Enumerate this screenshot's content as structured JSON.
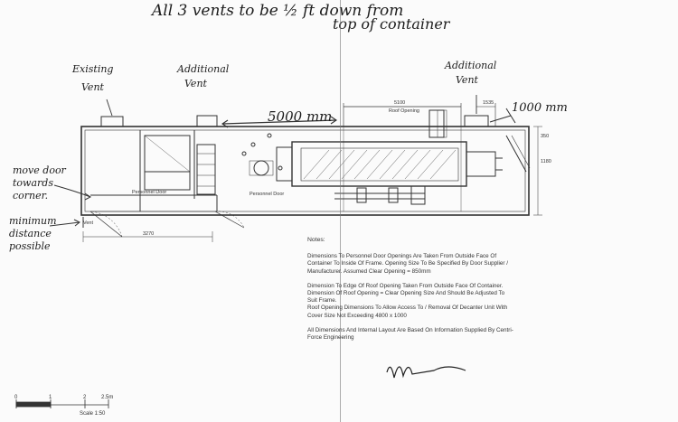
{
  "header_note": {
    "line1": "All 3 vents to be ½ ft down from",
    "line2": "top of container"
  },
  "annotations": {
    "existing_vent_1": "Existing",
    "existing_vent_2": "Vent",
    "additional_vent_left_1": "Additional",
    "additional_vent_left_2": "Vent",
    "additional_vent_right_1": "Additional",
    "additional_vent_right_2": "Vent",
    "move_door_1": "move door",
    "move_door_2": "towards",
    "move_door_3": "corner.",
    "minimum_1": "minimum",
    "minimum_2": "distance",
    "minimum_3": "possible",
    "dim_5000": "5000 mm",
    "dim_1000": "1000 mm"
  },
  "drawing_labels": {
    "roof_opening_dim": "5100",
    "roof_opening": "Roof Opening",
    "right_dim": "1535",
    "personnel_door_left": "Personnel Door",
    "personnel_door_right": "Personnel Door",
    "bottom_dim": "3270",
    "side_dim_top": "350",
    "side_dim_bottom": "1180",
    "door_tag": "Vent"
  },
  "notes": {
    "title": "Notes:",
    "items": [
      "Dimensions To Personnel Door Openings Are Taken From Outside Face Of Container To Inside Of Frame. Opening Size To Be Specified By Door Supplier / Manufacturer. Assumed Clear Opening = 850mm",
      "Dimension To Edge Of Roof Opening Taken From Outside Face Of Container.\nDimension Of Roof Opening = Clear Opening Size And Should Be Adjusted To Suit Frame.\nRoof Opening Dimensions To Allow Access To / Removal Of Decanter Unit With Cover Size Not Exceeding 4800 x 1000",
      "All Dimensions And Internal Layout Are Based On Information Supplied By Centri-Force Engineering"
    ]
  },
  "scale_bar": {
    "ticks": [
      "0",
      "1",
      "2",
      "2.5m"
    ],
    "label": "Scale 1:50"
  },
  "signature": "Mk"
}
